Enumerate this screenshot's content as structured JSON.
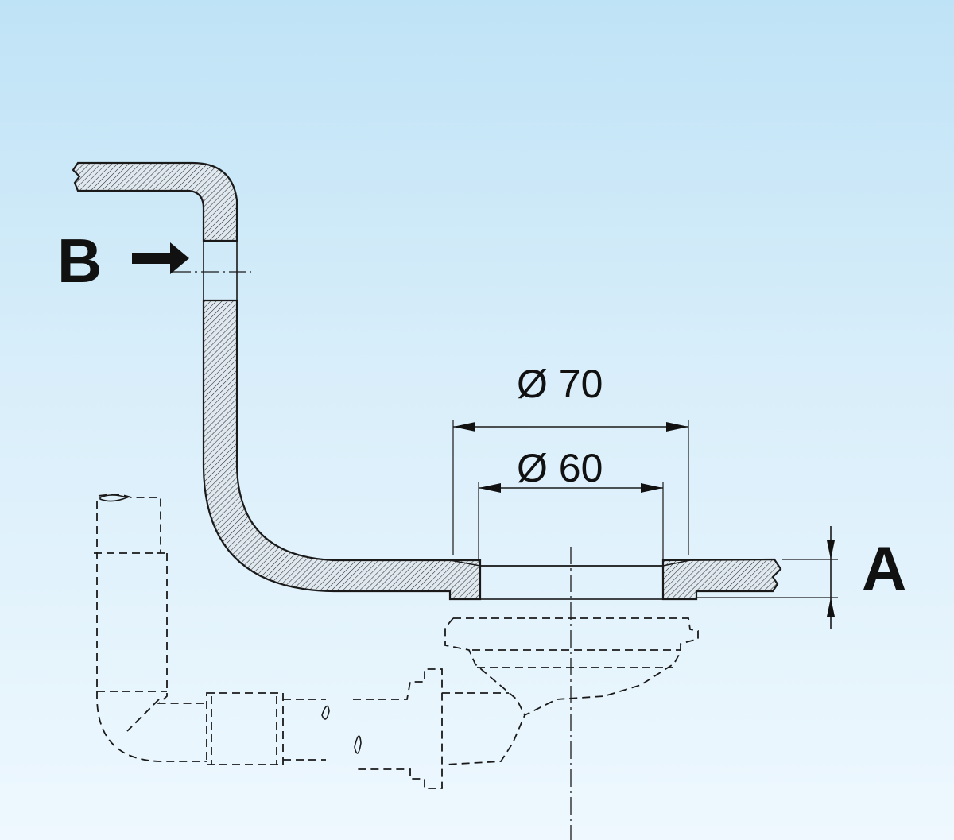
{
  "labels": {
    "b": "B",
    "a": "A",
    "dia_outer": "Ø 70",
    "dia_inner": "Ø 60"
  },
  "colors": {
    "background_top": "#bfe3f6",
    "background_bottom": "#eef8fe",
    "line": "#1a1a1a"
  }
}
